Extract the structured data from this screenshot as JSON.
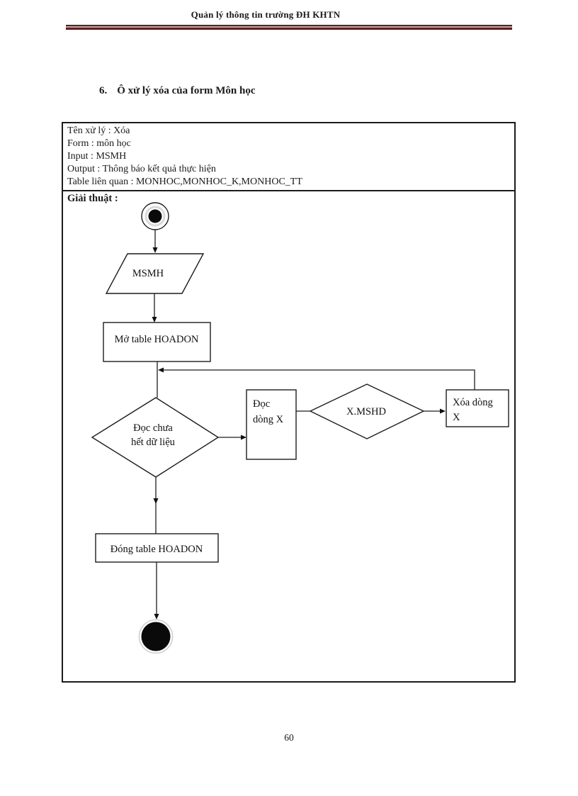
{
  "header": {
    "title": "Quản lý thông tin trường ĐH KHTN",
    "rule_color": "#5c1f1f"
  },
  "heading": {
    "number": "6.",
    "text": "Ô xử lý xóa của form Môn học"
  },
  "spec": {
    "rows": [
      "Tên xử lý : Xóa",
      "Form : môn học",
      "Input : MSMH",
      "Output : Thông báo kết quả thực hiện",
      "Table liên quan : MONHOC,MONHOC_K,MONHOC_TT"
    ],
    "algorithm_label": "Giải thuật :"
  },
  "flowchart": {
    "input_label": "MSMH",
    "open_label": "Mở table HOADON",
    "decision_label_line1": "Đọc chưa",
    "decision_label_line2": "hết dữ liệu",
    "read_label_line1": "Đọc",
    "read_label_line2": "dòng X",
    "condition_label": "X.MSHD",
    "delete_label_line1": "Xóa dòng",
    "delete_label_line2": "X",
    "close_label": "Đóng table HOADON"
  },
  "footer": {
    "page_number": "60"
  }
}
